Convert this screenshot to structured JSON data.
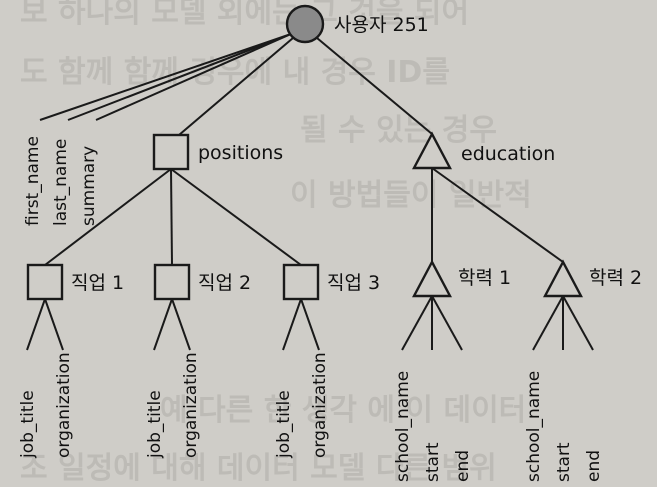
{
  "root": {
    "label": "사용자 251",
    "shape": "circle",
    "fill": "#8a8a8a"
  },
  "root_leaves": [
    "first_name",
    "last_name",
    "summary"
  ],
  "positions": {
    "label": "positions",
    "shape": "square",
    "children": [
      {
        "label": "직업 1",
        "leaves": [
          "job_title",
          "organization"
        ]
      },
      {
        "label": "직업 2",
        "leaves": [
          "job_title",
          "organization"
        ]
      },
      {
        "label": "직업 3",
        "leaves": [
          "job_title",
          "organization"
        ]
      }
    ]
  },
  "education": {
    "label": "education",
    "shape": "triangle",
    "children": [
      {
        "label": "학력 1",
        "leaves": [
          "school_name",
          "start",
          "end"
        ]
      },
      {
        "label": "학력 2",
        "leaves": [
          "school_name",
          "start",
          "end"
        ]
      }
    ]
  }
}
